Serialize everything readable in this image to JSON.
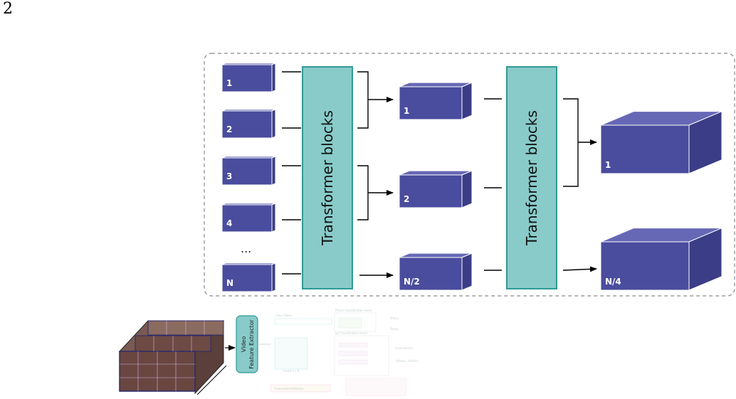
{
  "page_number": "2",
  "transformer_block_label": "Transformer blocks",
  "ellipsis": "...",
  "stage1_tokens": [
    "1",
    "2",
    "3",
    "4",
    "N"
  ],
  "stage2_tokens": [
    "1",
    "2",
    "N/2"
  ],
  "stage3_tokens": [
    "1",
    "N/4"
  ],
  "video_feature_extractor": [
    "Video",
    "Feature Extractor"
  ],
  "faint_labels": {
    "class_token": "Class Token",
    "phase_head": "Phase Classification Head",
    "phase": "Phase",
    "steps": "Steps",
    "triplet_head": "Ipt Classification Head",
    "instruments": "Instruments",
    "actions": "Actions, Actions",
    "instrument_detector": "Instrument Detector",
    "frame": "frame 1 / K"
  },
  "colors": {
    "cube_front": "#4a4c9e",
    "cube_top": "#6668b6",
    "cube_side": "#3b3d87",
    "cube_edge": "#ffffff",
    "transformer_fill": "#88cbc9",
    "transformer_stroke": "#2f9a96",
    "dashed_border": "#8a8a8a"
  }
}
